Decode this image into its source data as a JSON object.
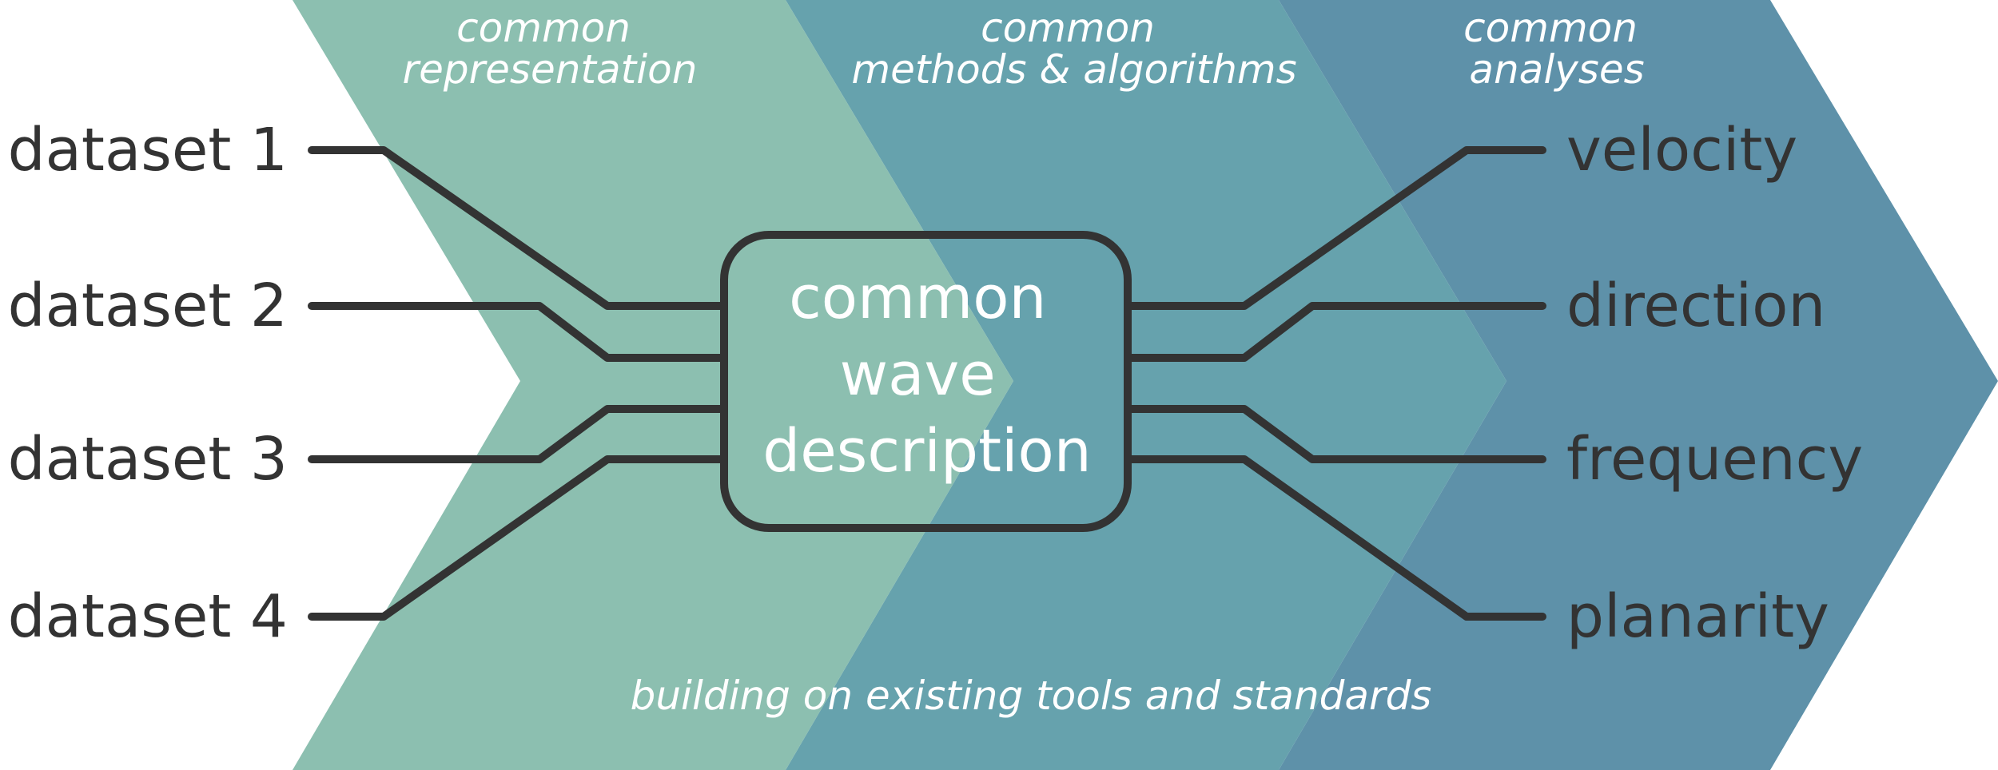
{
  "stages": [
    {
      "title_lines": [
        "common",
        "representation"
      ],
      "color": "#8cbfb0"
    },
    {
      "title_lines": [
        "common",
        "methods & algorithms"
      ],
      "color": "#66a2ad"
    },
    {
      "title_lines": [
        "common",
        "analyses"
      ],
      "color": "#5e91a9"
    }
  ],
  "inputs": [
    "dataset 1",
    "dataset 2",
    "dataset 3",
    "dataset 4"
  ],
  "center": {
    "lines": [
      "common",
      "wave",
      "description"
    ]
  },
  "outputs": [
    "velocity",
    "direction",
    "frequency",
    "planarity"
  ],
  "footer": "building on existing tools and standards",
  "colors": {
    "line": "#333333",
    "text_dark": "#333333",
    "text_light": "#ffffff"
  }
}
